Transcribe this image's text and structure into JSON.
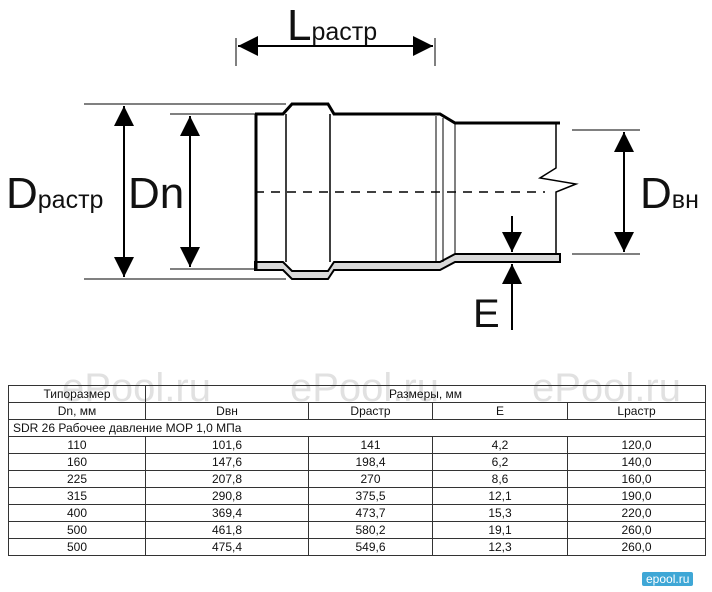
{
  "drawing": {
    "label_lrastr": {
      "main": "L",
      "sub": "растр"
    },
    "label_drastr": {
      "main": "D",
      "sub": "растр"
    },
    "label_dn": "Dn",
    "label_dvn": {
      "main": "D",
      "sub": "вн"
    },
    "label_e": "E"
  },
  "watermark": "ePool.ru",
  "table": {
    "header_tiporazmer": "Типоразмер",
    "header_razmery": "Размеры, мм",
    "columns": [
      "Dn, мм",
      "Dвн",
      "Dраcтр",
      "E",
      "Lрастр"
    ],
    "section_title": "SDR 26 Рабочее давление MOP 1,0 МПа",
    "rows": [
      [
        "110",
        "101,6",
        "141",
        "4,2",
        "120,0"
      ],
      [
        "160",
        "147,6",
        "198,4",
        "6,2",
        "140,0"
      ],
      [
        "225",
        "207,8",
        "270",
        "8,6",
        "160,0"
      ],
      [
        "315",
        "290,8",
        "375,5",
        "12,1",
        "190,0"
      ],
      [
        "400",
        "369,4",
        "473,7",
        "15,3",
        "220,0"
      ],
      [
        "500",
        "461,8",
        "580,2",
        "19,1",
        "260,0"
      ],
      [
        "500",
        "475,4",
        "549,6",
        "12,3",
        "260,0"
      ]
    ]
  },
  "logo_text": "epool.ru"
}
